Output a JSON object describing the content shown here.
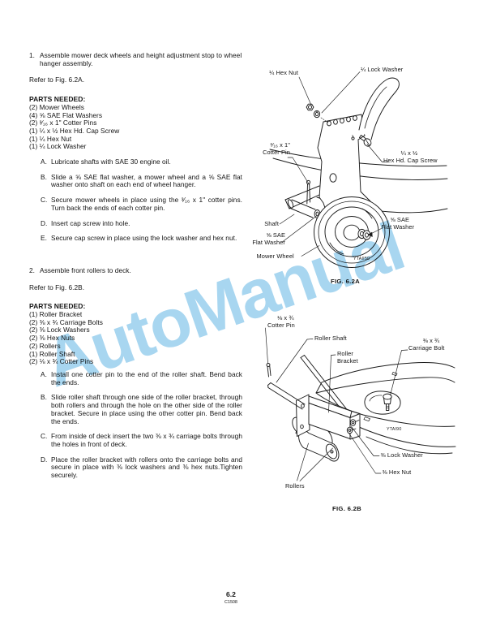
{
  "page": {
    "watermark": "AutoManual",
    "footer": {
      "page_number": "6.2",
      "code": "C1508"
    }
  },
  "section1": {
    "number": "1.",
    "title": "Assemble mower deck wheels and height adjustment stop to wheel hanger assembly.",
    "refer": "Refer to Fig. 6.2A.",
    "parts_heading": "PARTS NEEDED:",
    "parts": [
      "(2) Mower Wheels",
      "(4) ⅝ SAE Flat Washers",
      "(2) ³⁄₁₆ x 1\" Cotter Pins",
      "(1) ¼ x ½ Hex Hd. Cap Screw",
      "(1) ¼ Hex Nut",
      "(1) ¼ Lock Washer"
    ],
    "steps": [
      {
        "letter": "A.",
        "text": "Lubricate shafts with SAE 30 engine oil."
      },
      {
        "letter": "B.",
        "text": "Slide a ⅝ SAE flat washer, a mower wheel and a ⅝ SAE flat washer onto shaft on each end of wheel hanger."
      },
      {
        "letter": "C.",
        "text": "Secure mower wheels in place using the ³⁄₁₆ x 1\" cotter pins. Turn back the ends of each cotter pin."
      },
      {
        "letter": "D.",
        "text": "Insert cap screw into hole."
      },
      {
        "letter": "E.",
        "text": "Secure cap screw in place using the lock washer and hex nut."
      }
    ]
  },
  "section2": {
    "number": "2.",
    "title": "Assemble front rollers to deck.",
    "refer": "Refer to Fig. 6.2B.",
    "parts_heading": "PARTS NEEDED:",
    "parts": [
      "(1) Roller Bracket",
      "(2) ⅜ x ¾ Carriage Bolts",
      "(2) ⅜ Lock Washers",
      "(2) ⅜ Hex Nuts",
      "(2) Rollers",
      "(1) Roller Shaft",
      "(2) ⅛ x ¾ Cotter Pins"
    ],
    "steps": [
      {
        "letter": "A.",
        "text": "Install one cotter pin to the end of the roller shaft. Bend back the ends."
      },
      {
        "letter": "B.",
        "text": "Slide roller shaft through one side of the roller bracket, through both rollers and through the hole on the other side of the roller bracket. Secure in place using the other cotter pin. Bend back the ends."
      },
      {
        "letter": "C.",
        "text": "From inside of deck insert the two ⅜ x ¾ carriage bolts through the holes in front of deck."
      },
      {
        "letter": "D.",
        "text": "Place the roller bracket with rollers onto the carriage bolts and secure in place with ⅜ lock washers and ⅜ hex nuts.Tighten securely."
      }
    ]
  },
  "figureA": {
    "caption": "FIG. 6.2A",
    "drawing_code": "YTAII50",
    "labels": {
      "hex_nut": "¼ Hex Nut",
      "lock_washer": "¼ Lock Washer",
      "cotter_pin": [
        "³⁄₁₆ x 1\"",
        "Cotter Pin"
      ],
      "cap_screw": [
        "¼ x ½",
        "Hex Hd. Cap Screw"
      ],
      "shaft": "Shaft",
      "flat_washer_left": [
        "⅝ SAE",
        "Flat Washer"
      ],
      "flat_washer_right": [
        "⅝ SAE",
        "Flat Washer"
      ],
      "mower_wheel": "Mower Wheel"
    }
  },
  "figureB": {
    "caption": "FIG. 6.2B",
    "drawing_code": "YTAI90",
    "labels": {
      "cotter_pin": [
        "⅛ x ¾",
        "Cotter Pin"
      ],
      "roller_shaft": "Roller Shaft",
      "roller_bracket": [
        "Roller",
        "Bracket"
      ],
      "carriage_bolt": [
        "⅜ x ¾",
        "Carriage Bolt"
      ],
      "lock_washer": "⅜ Lock Washer",
      "hex_nut": "⅜ Hex Nut",
      "rollers": "Rollers"
    }
  }
}
